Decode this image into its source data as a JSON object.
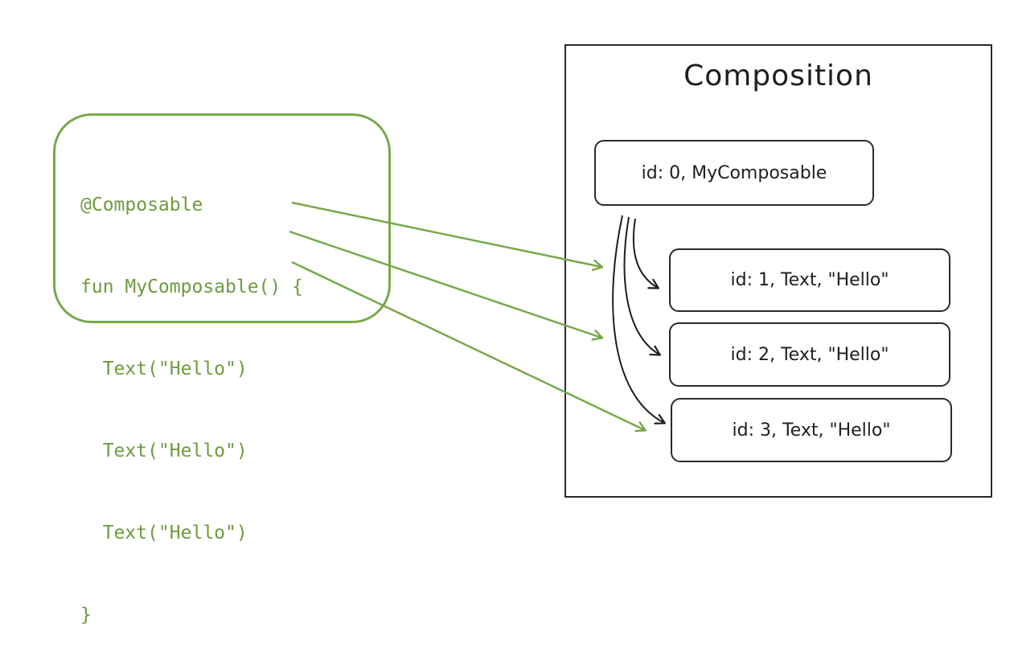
{
  "code": {
    "lines": [
      "@Composable",
      "fun MyComposable() {",
      "  Text(\"Hello\")",
      "  Text(\"Hello\")",
      "  Text(\"Hello\")",
      "}"
    ]
  },
  "composition": {
    "title": "Composition",
    "root": "id: 0, MyComposable",
    "children": [
      "id: 1, Text, \"Hello\"",
      "id: 2, Text, \"Hello\"",
      "id: 3, Text, \"Hello\""
    ]
  },
  "colors": {
    "code_green": "#6e9b3f",
    "border_green": "#79a84a",
    "ink": "#1e1e1e"
  }
}
